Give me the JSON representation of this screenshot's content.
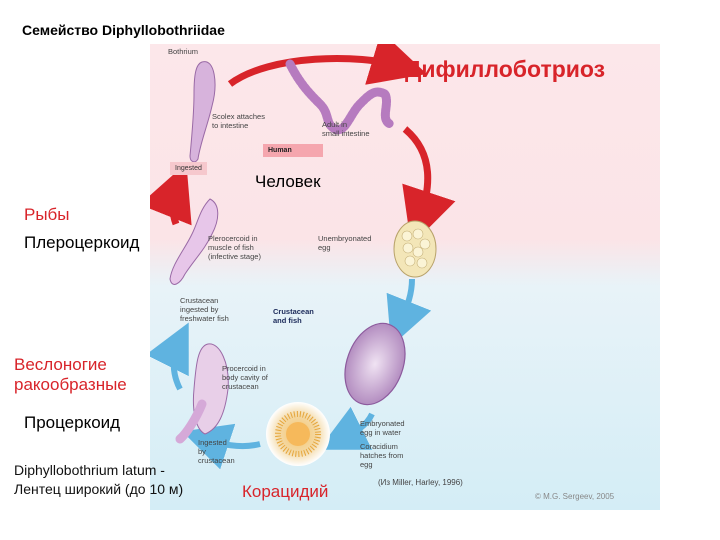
{
  "slide_title": "Семейство Diphyllobothriidae",
  "diagram_title": "Дифиллоботриоз",
  "side_labels": {
    "fish": "Рыбы",
    "plerocercoid": "Плероцеркоид",
    "copepods_line1": "Веслоногие",
    "copepods_line2": "ракообразные",
    "procercoid": "Процеркоид",
    "coracidium": "Корацидий",
    "human": "Человек"
  },
  "bottom": {
    "latin_name": "Diphyllobothrium latum -",
    "russian_name": "Лентец широкий (до 10 м)"
  },
  "english_labels": {
    "bothrium": "Bothrium",
    "scolex": [
      "Scolex attaches",
      "to intestine"
    ],
    "adult": [
      "Adult in",
      "small intestine"
    ],
    "human_box": "Human",
    "ingested": "Ingested",
    "unembryonated": [
      "Unembryonated",
      "egg"
    ],
    "plerocercoid_muscle": [
      "Plerocercoid in",
      "muscle of fish",
      "(infective stage)"
    ],
    "crustacean_ingested": [
      "Crustacean",
      "ingested by",
      "freshwater fish"
    ],
    "crustacean_fish": [
      "Crustacean",
      "and fish"
    ],
    "procercoid_body": [
      "Procercoid in",
      "body cavity of",
      "crustacean"
    ],
    "embryonated": [
      "Embryonated",
      "egg in water"
    ],
    "coracidium_hatches": [
      "Coracidium",
      "hatches from",
      "egg"
    ],
    "ingested_by_crustacean": [
      "Ingested",
      "by",
      "crustacean"
    ]
  },
  "credit": "(Из Miller, Harley, 1996)",
  "copyright": "© M.G. Sergeev, 2005",
  "colors": {
    "accent_red": "#d8242a",
    "pink_zone": "#fbe4e7",
    "blue_zone": "#d6eef7",
    "arrow_red": "#d8242a",
    "arrow_blue": "#5fb3e0",
    "organism_purple": "#b67bbf"
  }
}
